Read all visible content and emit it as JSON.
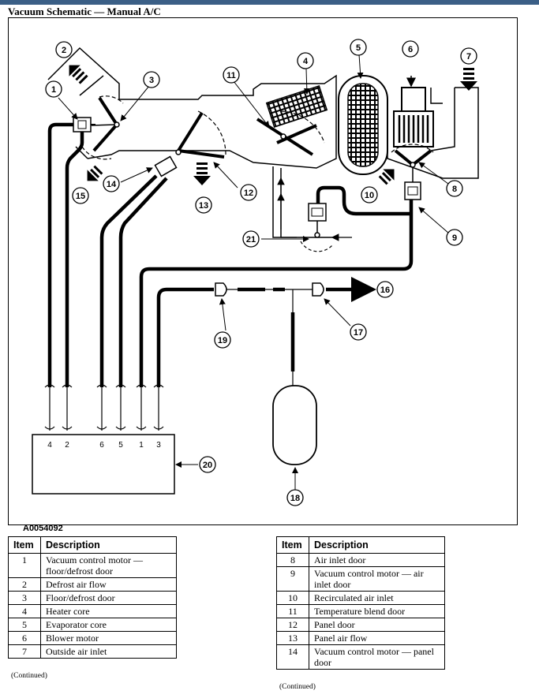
{
  "title": "Vacuum Schematic — Manual A/C",
  "figure_code": "A0054092",
  "callouts": [
    "1",
    "2",
    "3",
    "4",
    "5",
    "6",
    "7",
    "8",
    "9",
    "10",
    "11",
    "12",
    "13",
    "14",
    "15",
    "16",
    "17",
    "18",
    "19",
    "20",
    "21"
  ],
  "port_labels": [
    "4",
    "2",
    "6",
    "5",
    "1",
    "3"
  ],
  "tables": {
    "left": {
      "header": {
        "item": "Item",
        "description": "Description"
      },
      "rows": [
        {
          "item": "1",
          "description": "Vacuum control motor — floor/defrost door"
        },
        {
          "item": "2",
          "description": "Defrost air flow"
        },
        {
          "item": "3",
          "description": "Floor/defrost door"
        },
        {
          "item": "4",
          "description": "Heater core"
        },
        {
          "item": "5",
          "description": "Evaporator core"
        },
        {
          "item": "6",
          "description": "Blower motor"
        },
        {
          "item": "7",
          "description": "Outside air inlet"
        }
      ],
      "continued": "(Continued)"
    },
    "right": {
      "header": {
        "item": "Item",
        "description": "Description"
      },
      "rows": [
        {
          "item": "8",
          "description": "Air inlet door"
        },
        {
          "item": "9",
          "description": "Vacuum control motor — air inlet door"
        },
        {
          "item": "10",
          "description": "Recirculated air inlet"
        },
        {
          "item": "11",
          "description": "Temperature blend door"
        },
        {
          "item": "12",
          "description": "Panel door"
        },
        {
          "item": "13",
          "description": "Panel air flow"
        },
        {
          "item": "14",
          "description": "Vacuum control motor — panel door"
        }
      ],
      "continued": "(Continued)"
    }
  }
}
